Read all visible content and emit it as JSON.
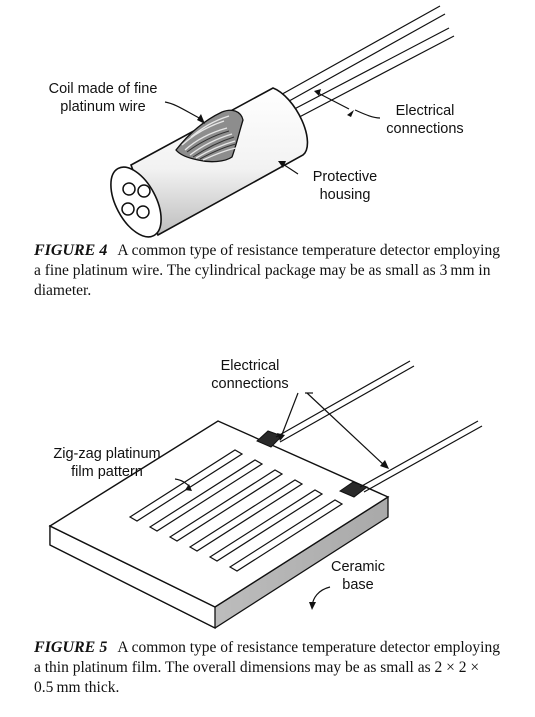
{
  "figure4": {
    "labels": {
      "coil_line1": "Coil made of fine",
      "coil_line2": "platinum wire",
      "electrical_line1": "Electrical",
      "electrical_line2": "connections",
      "housing_line1": "Protective",
      "housing_line2": "housing"
    },
    "caption_label": "FIGURE 4",
    "caption_text": "A common type of resistance temperature detector employing a fine platinum wire. The cylindrical package may be as small as 3 mm in diameter."
  },
  "figure5": {
    "labels": {
      "electrical_line1": "Electrical",
      "electrical_line2": "connections",
      "zigzag_line1": "Zig-zag platinum",
      "zigzag_line2": "film pattern",
      "ceramic_line1": "Ceramic",
      "ceramic_line2": "base"
    },
    "caption_label": "FIGURE 5",
    "caption_text": "A common type of resistance temperature detector employing a thin platinum film. The overall dimensions may be as small as 2 × 2 × 0.5 mm thick."
  }
}
